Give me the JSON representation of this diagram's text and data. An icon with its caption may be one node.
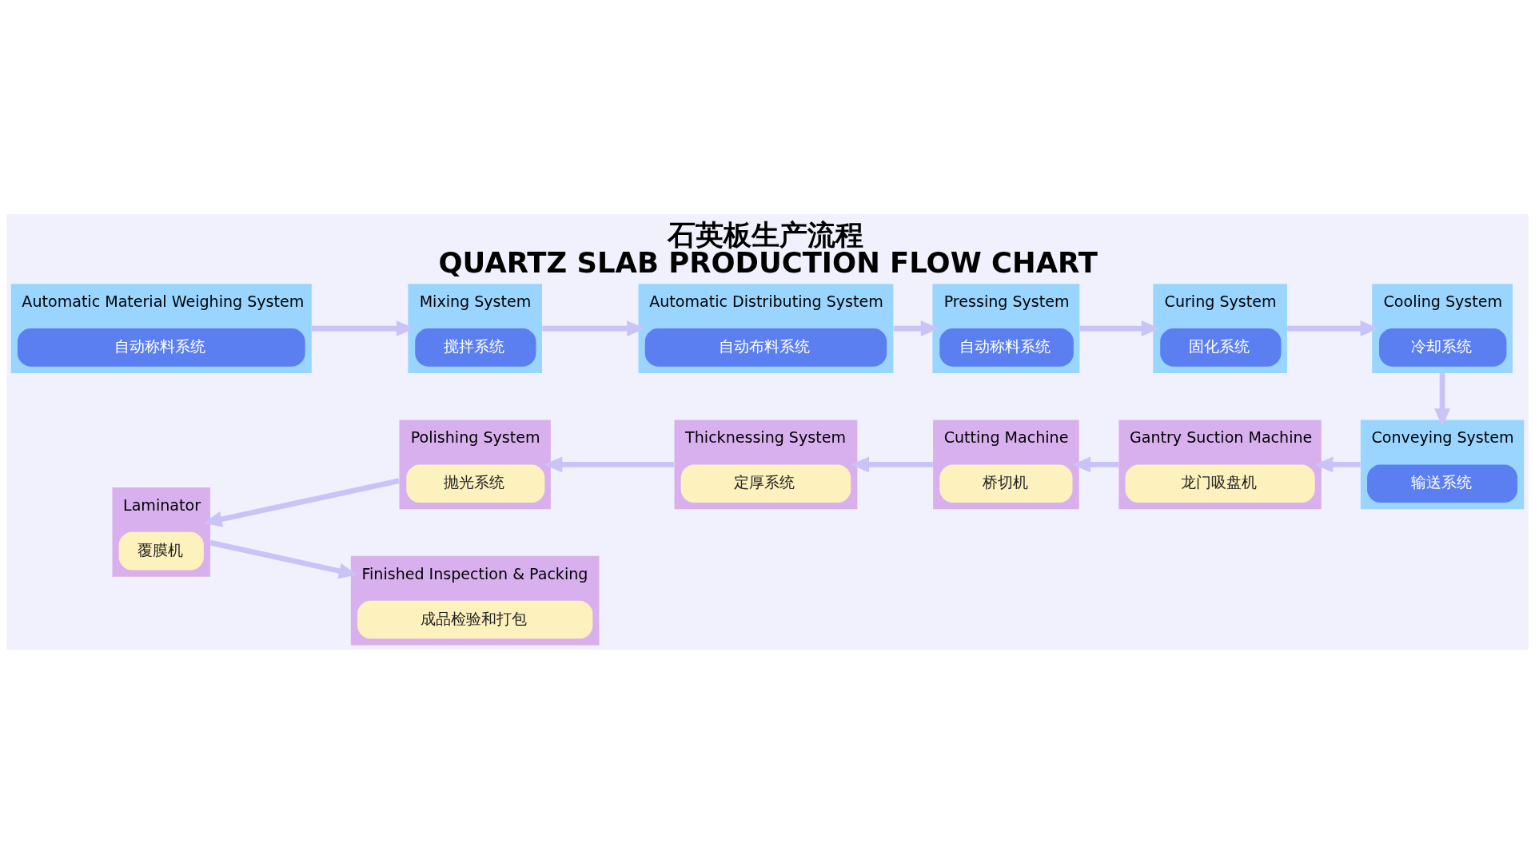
{
  "diagram": {
    "title": "石英板生产流程",
    "caption": "QUARTZ SLAB PRODUCTION FLOW CHART",
    "nodes": [
      {
        "text": [
          "Automatic Material Weighing System",
          "自动称料系统"
        ]
      },
      {
        "text": [
          "Mixing System",
          "搅拌系统"
        ]
      },
      {
        "text": [
          "Automatic Distributing System",
          "自动布料系统"
        ]
      },
      {
        "text": [
          "Pressing System",
          "自动称料系统"
        ]
      },
      {
        "text": [
          "Curing System",
          "固化系统"
        ]
      },
      {
        "text": [
          "Cooling System",
          "冷却系统"
        ]
      },
      {
        "text": [
          "Conveying System",
          "输送系统"
        ]
      },
      {
        "text": [
          "Gantry Suction Machine",
          "龙门吸盘机"
        ]
      },
      {
        "text": [
          "Cutting Machine",
          "桥切机"
        ]
      },
      {
        "text": [
          "Thicknessing System",
          "定厚系统"
        ]
      },
      {
        "text": [
          "Polishing System",
          "抛光系统"
        ]
      },
      {
        "text": [
          "Laminator",
          "覆膜机"
        ]
      },
      {
        "text": [
          "Finished Inspection & Packing",
          "成品检验和打包"
        ]
      }
    ],
    "edges": [
      {
        "from": 0,
        "to": 1,
        "arrow": "to"
      },
      {
        "from": 1,
        "to": 2,
        "arrow": "to"
      },
      {
        "from": 2,
        "to": 3,
        "arrow": "to"
      },
      {
        "from": 3,
        "to": 4,
        "arrow": "to"
      },
      {
        "from": 4,
        "to": 5,
        "arrow": "to"
      },
      {
        "from": 5,
        "to": 6,
        "arrow": "to"
      },
      {
        "from": 6,
        "to": 7,
        "arrow": "to"
      },
      {
        "from": 7,
        "to": 8,
        "arrow": "to"
      },
      {
        "from": 8,
        "to": 9,
        "arrow": "to"
      },
      {
        "from": 9,
        "to": 10,
        "arrow": "to"
      },
      {
        "from": 10,
        "to": 11,
        "arrow": "to"
      },
      {
        "from": 11,
        "to": 12,
        "arrow": "to"
      }
    ]
  }
}
